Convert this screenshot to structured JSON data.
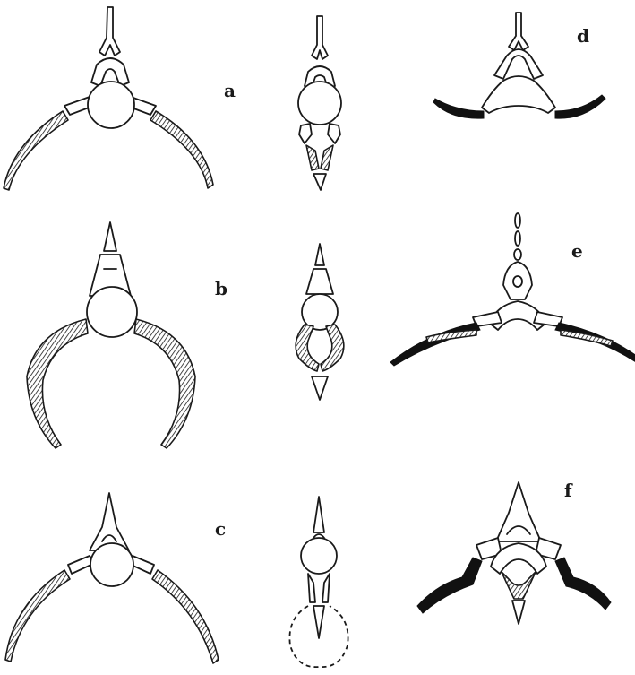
{
  "plate": {
    "labels": {
      "a": "a",
      "b": "b",
      "c": "c",
      "d": "d",
      "e": "e",
      "f": "f"
    }
  },
  "colors": {
    "ink": "#1a1a1a",
    "black_rib": "#111111",
    "paper": "#ffffff"
  }
}
